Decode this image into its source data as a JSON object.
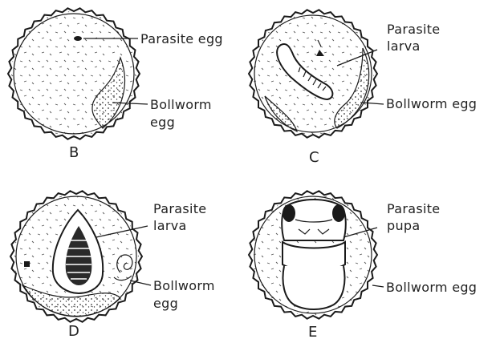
{
  "panels": [
    {
      "id": "B",
      "caption": "B",
      "labels": [
        {
          "key": "parasite",
          "lines": [
            "Parasite egg"
          ]
        },
        {
          "key": "host",
          "lines": [
            "Bollworm",
            "egg"
          ]
        }
      ]
    },
    {
      "id": "C",
      "caption": "C",
      "labels": [
        {
          "key": "parasite",
          "lines": [
            "Parasite",
            "larva"
          ]
        },
        {
          "key": "host",
          "lines": [
            "Bollworm egg"
          ]
        }
      ]
    },
    {
      "id": "D",
      "caption": "D",
      "labels": [
        {
          "key": "parasite",
          "lines": [
            "Parasite",
            "larva"
          ]
        },
        {
          "key": "host",
          "lines": [
            "Bollworm",
            "egg"
          ]
        }
      ]
    },
    {
      "id": "E",
      "caption": "E",
      "labels": [
        {
          "key": "parasite",
          "lines": [
            "Parasite",
            "pupa"
          ]
        },
        {
          "key": "host",
          "lines": [
            "Bollworm egg"
          ]
        }
      ]
    }
  ]
}
